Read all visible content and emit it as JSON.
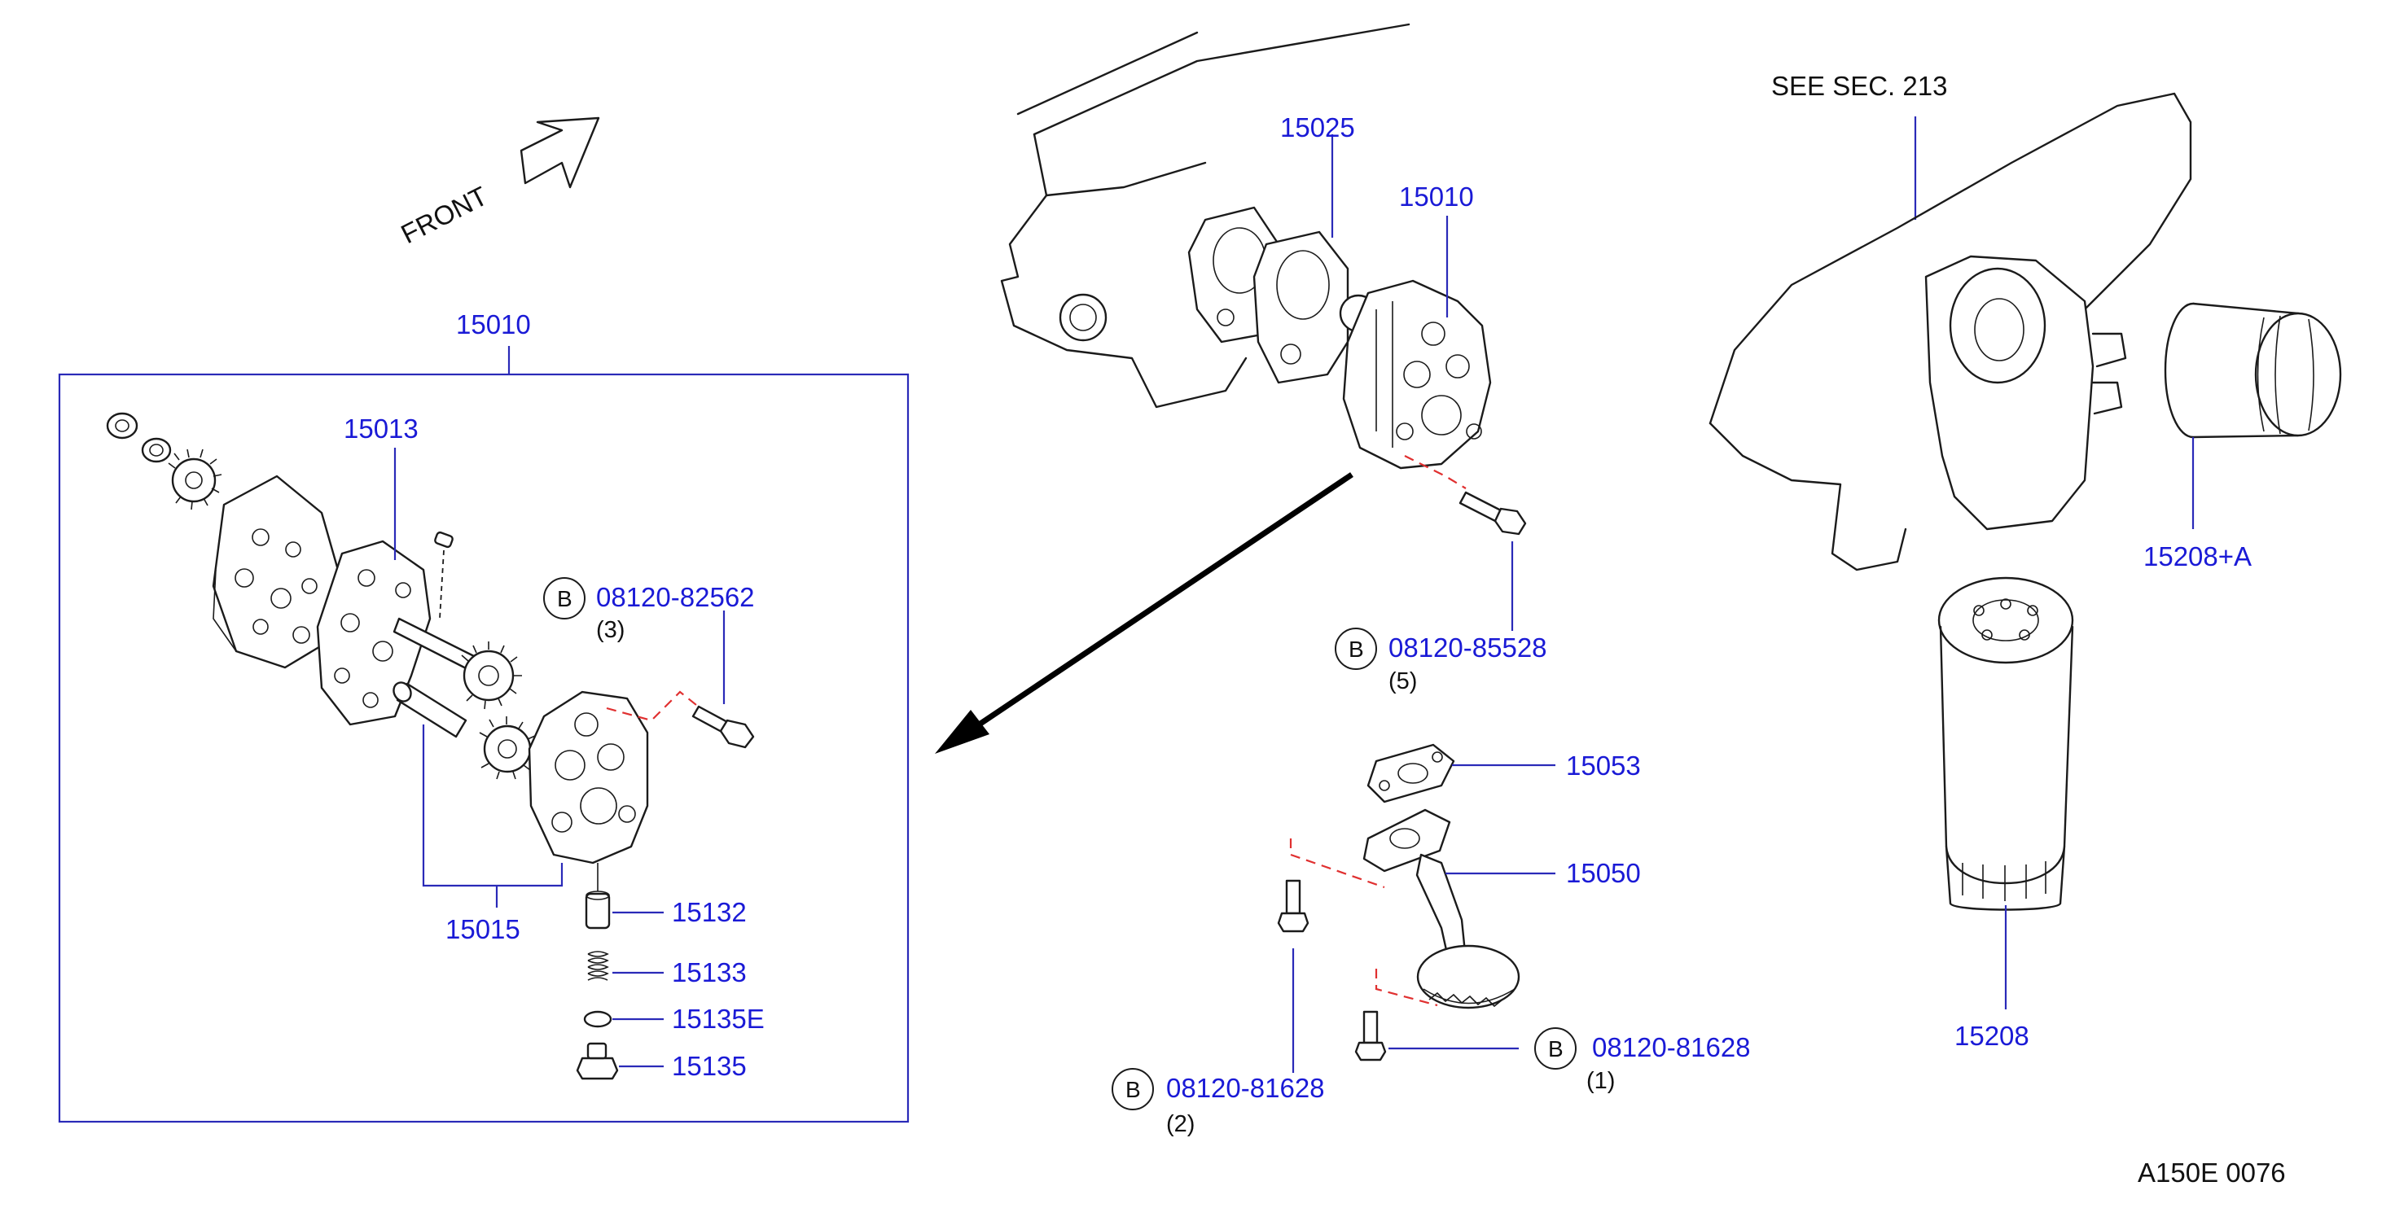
{
  "diagram": {
    "front_label": "FRONT",
    "drawing_code": "A150E   0076",
    "see_section": "SEE    SEC.   213",
    "inset_label": "15010",
    "parts": {
      "p15013": "15013",
      "p15015": "15015",
      "p15132": "15132",
      "p15133": "15133",
      "p15135E": "15135E",
      "p15135": "15135",
      "p15025": "15025",
      "p15010_main": "15010",
      "p15053": "15053",
      "p15050": "15050",
      "p15208A": "15208+A",
      "p15208": "15208"
    },
    "bolts": [
      {
        "letter": "B",
        "part": "08120-82562",
        "qty": "(3)"
      },
      {
        "letter": "B",
        "part": "08120-85528",
        "qty": "(5)"
      },
      {
        "letter": "B",
        "part": "08120-81628",
        "qty": "(1)"
      },
      {
        "letter": "B",
        "part": "08120-81628",
        "qty": "(2)"
      }
    ]
  }
}
